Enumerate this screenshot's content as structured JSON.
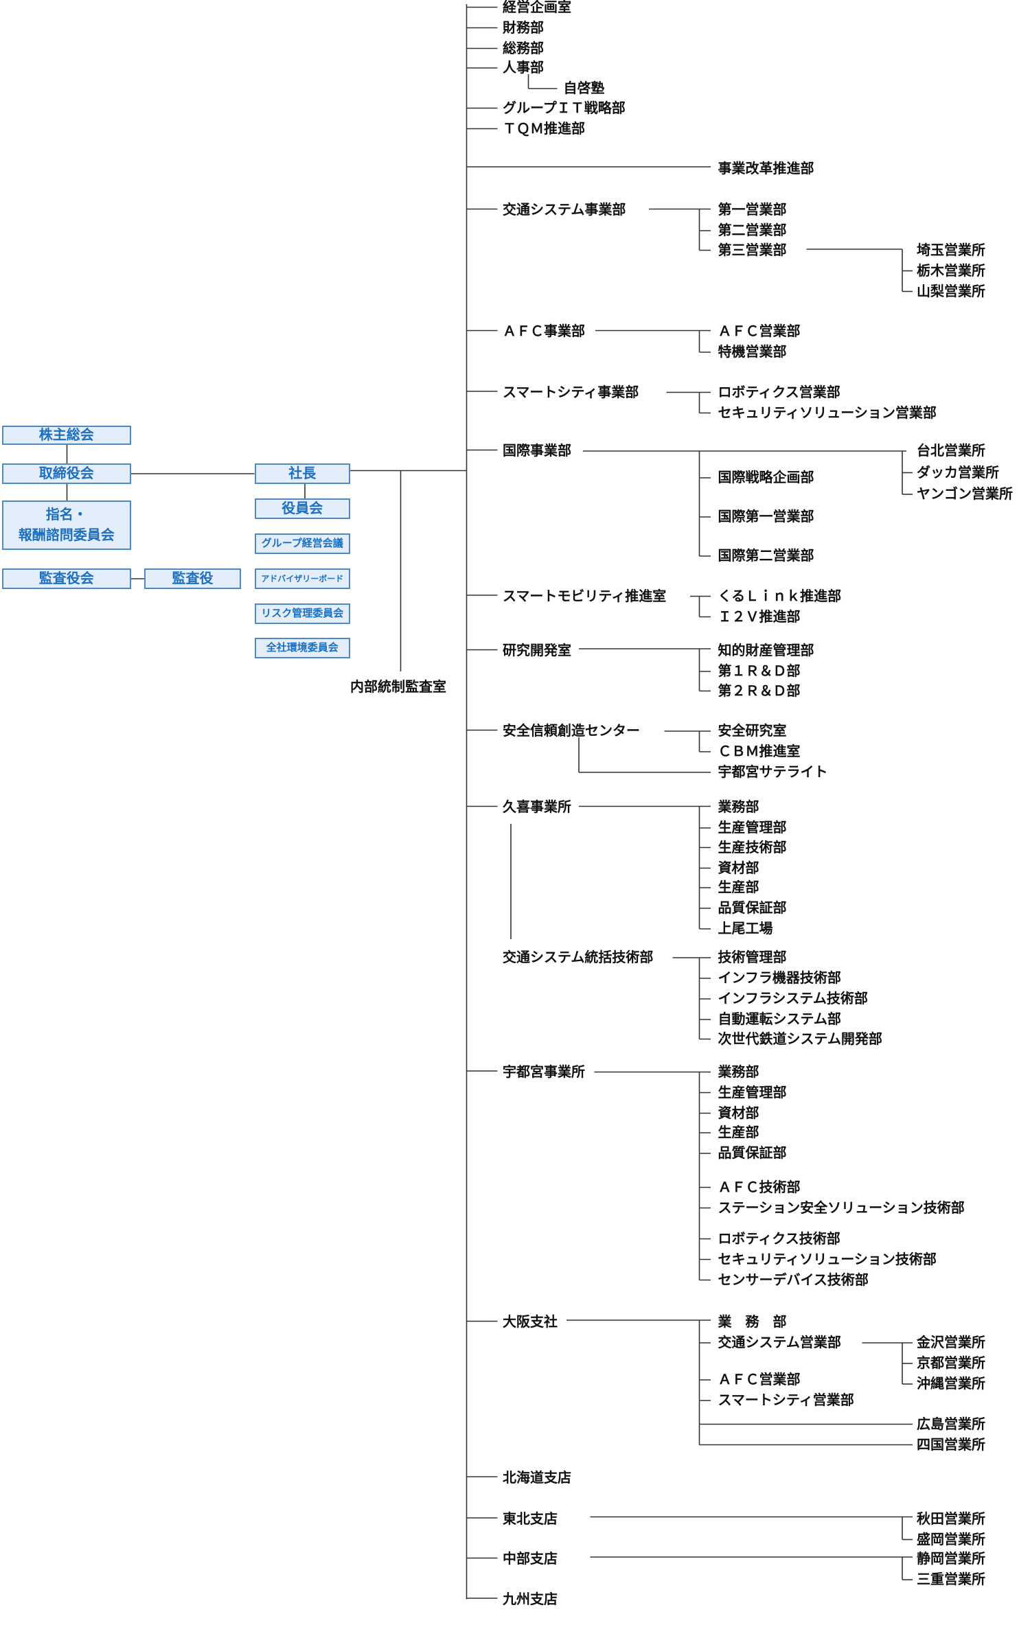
{
  "governance": {
    "shareholders": "株主総会",
    "board": "取締役会",
    "nomination_1": "指名・",
    "nomination_2": "報酬諮問委員会",
    "audit_board": "監査役会",
    "auditor": "監査役",
    "president": "社長",
    "executive_committee": "役員会",
    "group_management": "グループ経営会議",
    "advisory_board": "アドバイザリーボード",
    "risk_committee": "リスク管理委員会",
    "environment_committee": "全社環境委員会",
    "internal_audit": "内部統制監査室"
  },
  "staff": [
    "経営企画室",
    "財務部",
    "総務部",
    "人事部",
    "グループＩＴ戦略部",
    "ＴＱＭ推進部"
  ],
  "jikei": "自啓塾",
  "reform": "事業改革推進部",
  "divisions": [
    {
      "name": "交通システム事業部",
      "children": [
        "第一営業部",
        "第二営業部",
        "第三営業部"
      ],
      "offices": [
        "埼玉営業所",
        "栃木営業所",
        "山梨営業所"
      ]
    },
    {
      "name": "ＡＦＣ事業部",
      "children": [
        "ＡＦＣ営業部",
        "特機営業部"
      ]
    },
    {
      "name": "スマートシティ事業部",
      "children": [
        "ロボティクス営業部",
        "セキュリティソリューション営業部"
      ]
    },
    {
      "name": "国際事業部",
      "children": [
        "国際戦略企画部",
        "国際第一営業部",
        "国際第二営業部"
      ],
      "offices": [
        "台北営業所",
        "ダッカ営業所",
        "ヤンゴン営業所"
      ]
    },
    {
      "name": "スマートモビリティ推進室",
      "children": [
        "くるＬｉｎｋ推進部",
        "Ｉ２Ｖ推進部"
      ]
    },
    {
      "name": "研究開発室",
      "children": [
        "知的財産管理部",
        "第１Ｒ＆Ｄ部",
        "第２Ｒ＆Ｄ部"
      ]
    },
    {
      "name": "安全信頼創造センター",
      "children": [
        "安全研究室",
        "ＣＢＭ推進室",
        "宇都宮サテライト"
      ]
    },
    {
      "name": "久喜事業所",
      "children": [
        "業務部",
        "生産管理部",
        "生産技術部",
        "資材部",
        "生産部",
        "品質保証部",
        "上尾工場"
      ]
    },
    {
      "name": "交通システム統括技術部",
      "children": [
        "技術管理部",
        "インフラ機器技術部",
        "インフラシステム技術部",
        "自動運転システム部",
        "次世代鉄道システム開発部"
      ]
    },
    {
      "name": "宇都宮事業所",
      "children": [
        "業務部",
        "生産管理部",
        "資材部",
        "生産部",
        "品質保証部",
        "ＡＦＣ技術部",
        "ステーション安全ソリューション技術部",
        "ロボティクス技術部",
        "セキュリティソリューション技術部",
        "センサーデバイス技術部"
      ]
    },
    {
      "name": "大阪支社",
      "children": [
        "業　務　部",
        "交通システム営業部",
        "ＡＦＣ営業部",
        "スマートシティ営業部"
      ],
      "offices": [
        "金沢営業所",
        "京都営業所",
        "沖縄営業所",
        "広島営業所",
        "四国営業所"
      ]
    },
    {
      "name": "北海道支店"
    },
    {
      "name": "東北支店",
      "offices": [
        "秋田営業所",
        "盛岡営業所"
      ]
    },
    {
      "name": "中部支店",
      "offices": [
        "静岡営業所",
        "三重営業所"
      ]
    },
    {
      "name": "九州支店"
    }
  ]
}
